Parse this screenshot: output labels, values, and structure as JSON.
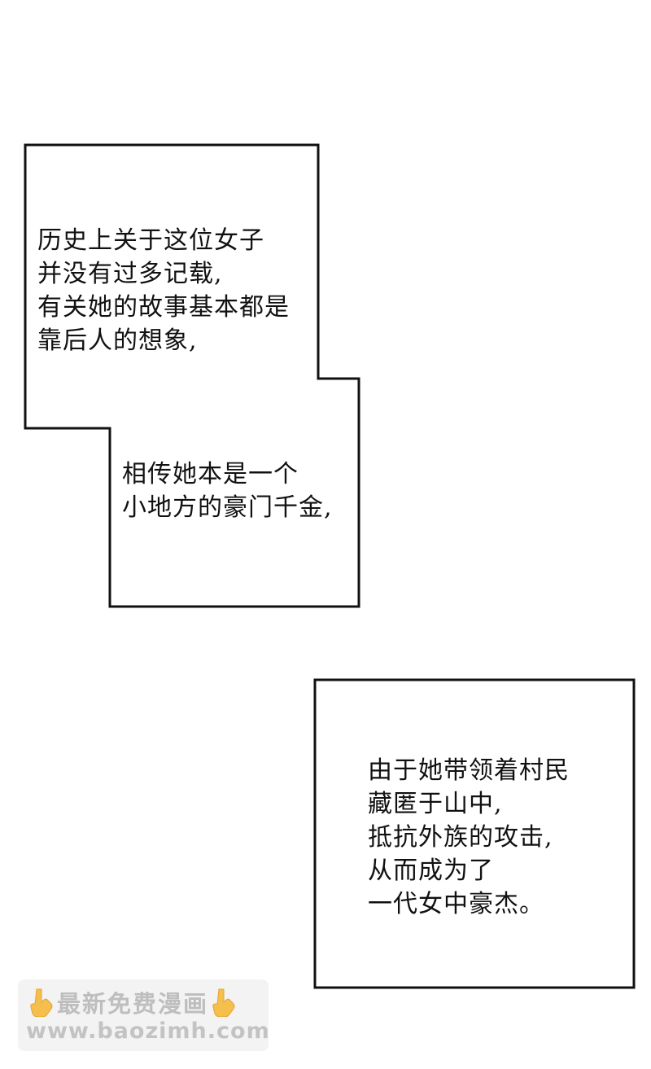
{
  "panel_top": {
    "lines_upper": [
      "历史上关于这位女子",
      "并没有过多记载,",
      "有关她的故事基本都是",
      "靠后人的想象,"
    ],
    "lines_lower": [
      "相传她本是一个",
      "小地方的豪门千金,"
    ]
  },
  "panel_bottom": {
    "lines": [
      "由于她带领着村民",
      "藏匿于山中,",
      "抵抗外族的攻击,",
      "从而成为了",
      "一代女中豪杰。"
    ]
  },
  "watermark": {
    "line1": "最新免费漫画",
    "line2": "www.baozimh.com",
    "icon_left": "pointing-down-hand-icon",
    "icon_right": "pointing-down-hand-icon",
    "icon_color": "#f5b93b"
  }
}
